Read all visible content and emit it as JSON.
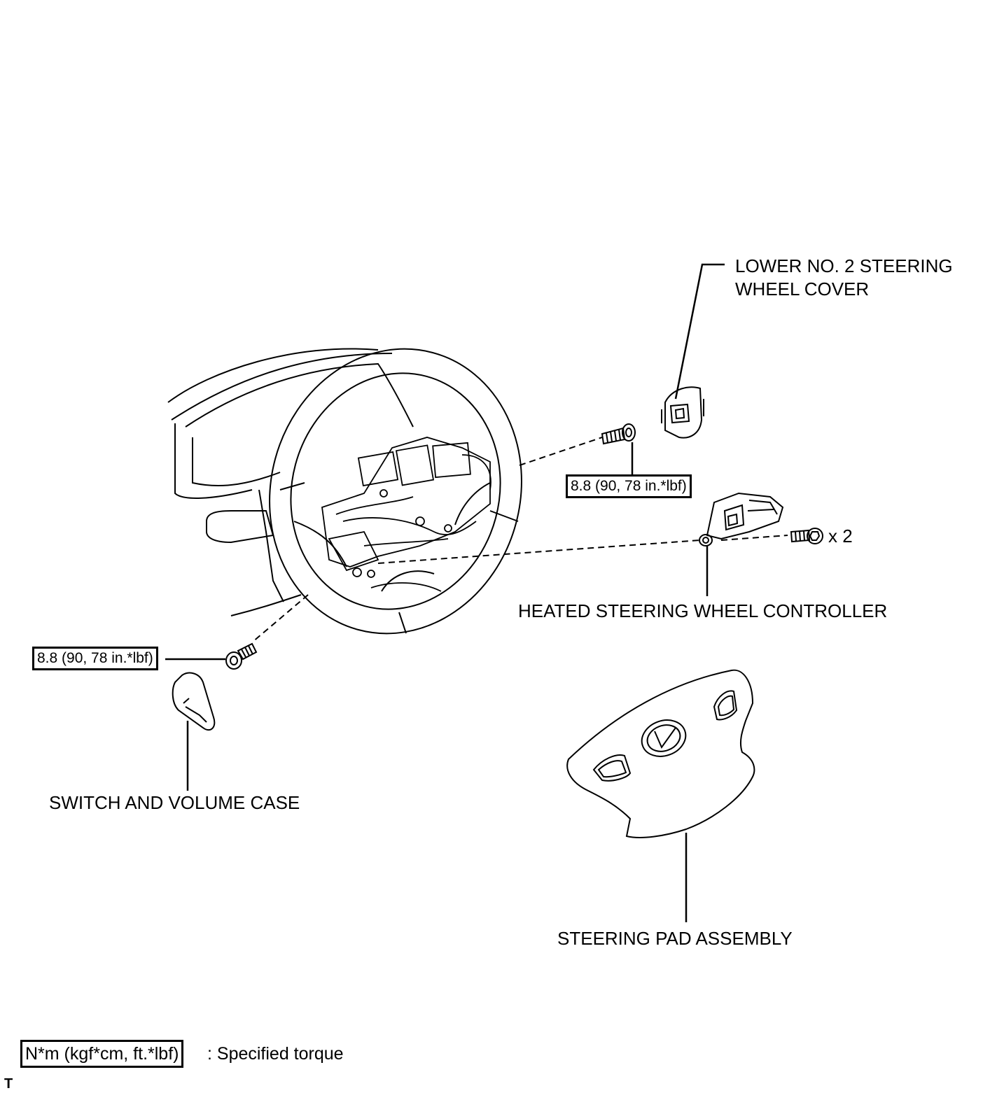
{
  "labels": {
    "lower_cover": "LOWER NO. 2 STEERING\nWHEEL COVER",
    "heated_controller": "HEATED STEERING WHEEL CONTROLLER",
    "switch_case": "SWITCH AND VOLUME CASE",
    "pad_assembly": "STEERING PAD ASSEMBLY"
  },
  "torque": {
    "upper": "8.8 (90, 78 in.*lbf)",
    "left": "8.8 (90, 78 in.*lbf)"
  },
  "quantity": "x 2",
  "legend": {
    "box": "N*m (kgf*cm, ft.*lbf)",
    "text": ": Specified torque"
  },
  "footer_code": "T"
}
